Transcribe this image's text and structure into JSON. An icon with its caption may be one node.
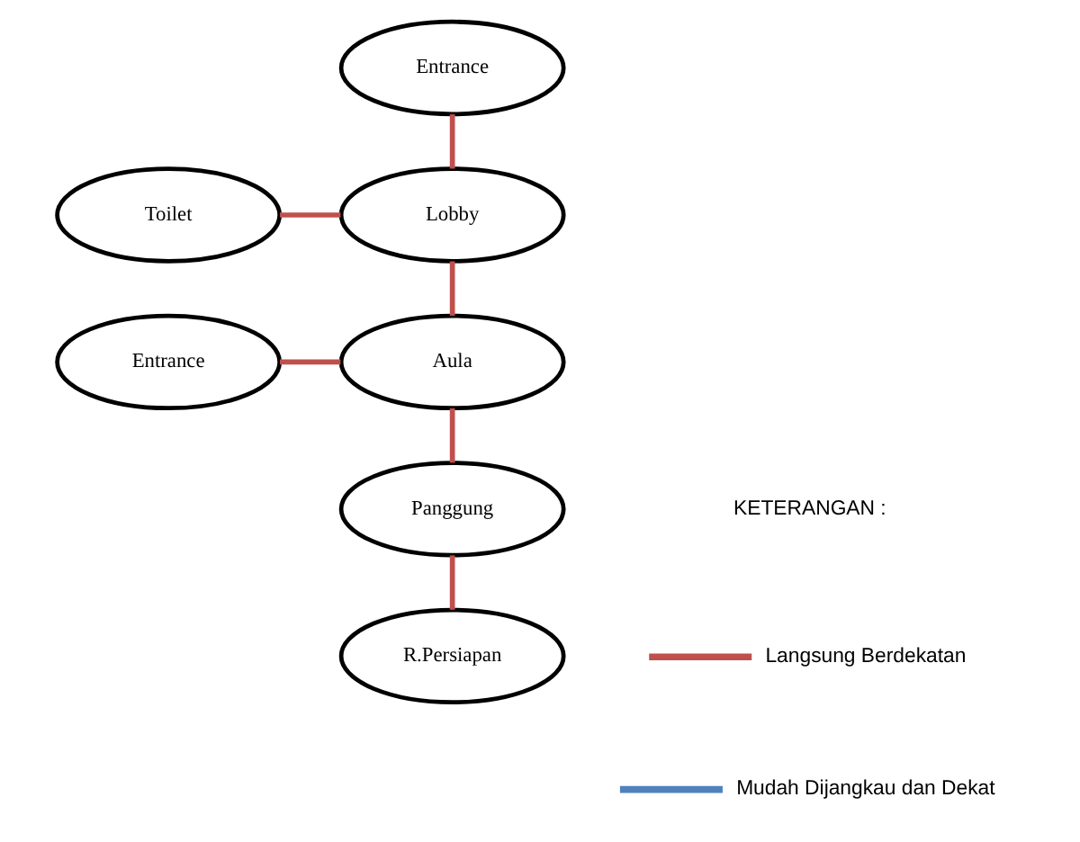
{
  "diagram": {
    "nodes": [
      {
        "text": [
          "Entrance"
        ]
      },
      {
        "text": [
          "Toilet"
        ]
      },
      {
        "text": [
          "Lobby"
        ]
      },
      {
        "text": [
          "Entrance"
        ]
      },
      {
        "text": [
          "Aula"
        ]
      },
      {
        "text": [
          "Panggung"
        ]
      },
      {
        "text": [
          "R.Persiapan"
        ]
      }
    ],
    "edges": [
      {
        "from": 0,
        "to": 2,
        "arrow": "none"
      },
      {
        "from": 1,
        "to": 2,
        "arrow": "none"
      },
      {
        "from": 2,
        "to": 4,
        "arrow": "none"
      },
      {
        "from": 3,
        "to": 4,
        "arrow": "none"
      },
      {
        "from": 4,
        "to": 5,
        "arrow": "none"
      },
      {
        "from": 5,
        "to": 6,
        "arrow": "none"
      }
    ],
    "labels": [
      "KETERANGAN :"
    ],
    "legend": [
      {
        "text": "Langsung Berdekatan"
      },
      {
        "text": "Mudah Dijangkau dan Dekat"
      }
    ]
  }
}
